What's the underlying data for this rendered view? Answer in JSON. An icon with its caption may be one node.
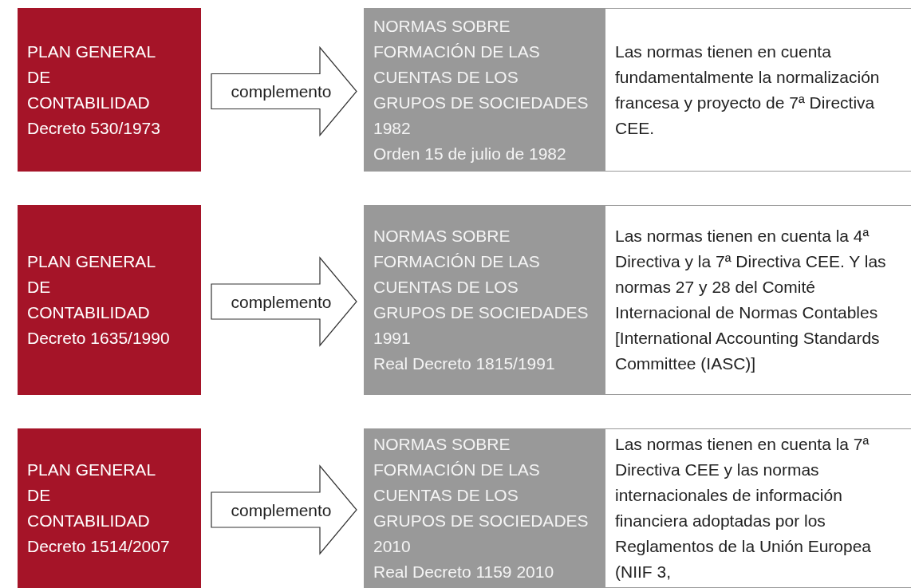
{
  "diagram": {
    "nodes": [
      {
        "text": [
          "PLAN GENERAL DE CONTABILIDAD",
          "Decreto 530/1973"
        ]
      },
      {
        "text": [
          "NORMAS SOBRE FORMACIÓN DE LAS CUENTAS DE LOS GRUPOS DE SOCIEDADES 1982",
          "Orden 15 de julio de 1982"
        ]
      },
      {
        "text": [
          "Las normas tienen en cuenta fundamentalmente la normalización francesa y proyecto de 7ª Directiva CEE."
        ]
      },
      {
        "text": [
          "PLAN GENERAL DE CONTABILIDAD",
          "Decreto 1635/1990"
        ]
      },
      {
        "text": [
          "NORMAS SOBRE FORMACIÓN DE LAS CUENTAS DE LOS GRUPOS DE SOCIEDADES 1991",
          "Real Decreto 1815/1991"
        ]
      },
      {
        "text": [
          "Las normas tienen en cuenta la 4ª Directiva y la 7ª Directiva CEE. Y las normas 27 y 28 del Comité Internacional de Normas Contables [International Accounting Standards Committee (IASC)]"
        ]
      },
      {
        "text": [
          "PLAN GENERAL DE CONTABILIDAD",
          "Decreto 1514/2007"
        ]
      },
      {
        "text": [
          "NORMAS SOBRE FORMACIÓN DE LAS CUENTAS DE LOS GRUPOS DE SOCIEDADES 2010",
          "Real Decreto 1159 2010"
        ]
      },
      {
        "text": [
          "Las normas tienen en cuenta la 7ª Directiva CEE y las normas internacionales de información financiera adoptadas por los Reglamentos de la Unión Europea (NIIF 3,"
        ]
      }
    ],
    "edges": [
      {
        "from": 0,
        "to": 1,
        "arrow": "to",
        "label": "complemento"
      },
      {
        "from": 3,
        "to": 4,
        "arrow": "to",
        "label": "complemento"
      },
      {
        "from": 6,
        "to": 7,
        "arrow": "to",
        "label": "complemento"
      }
    ]
  }
}
